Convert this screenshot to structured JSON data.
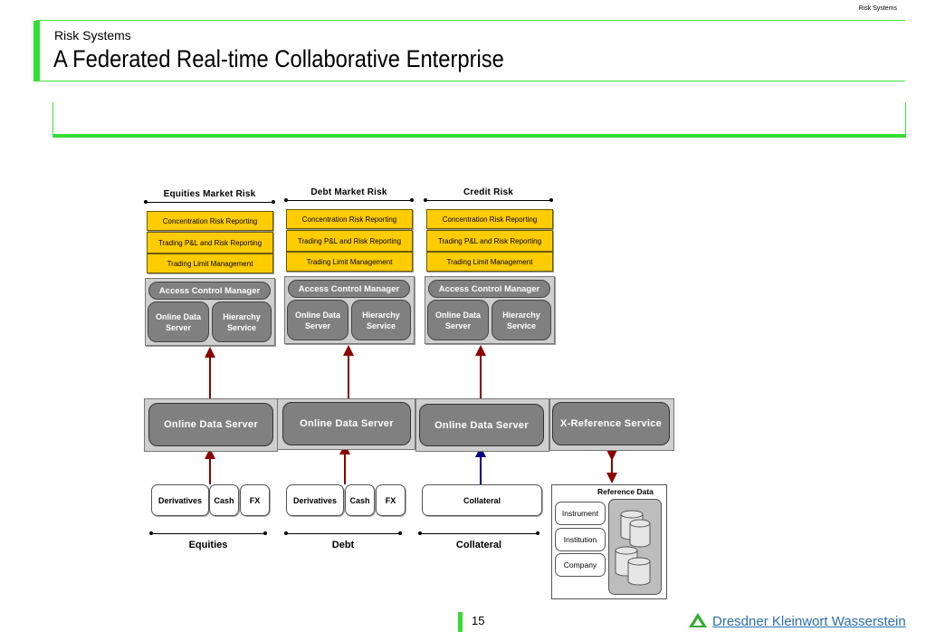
{
  "page": {
    "top_right": "Risk Systems",
    "subtitle": "Risk Systems",
    "title": "A Federated Real-time Collaborative Enterprise",
    "page_number": "15",
    "logo_text": "Dresdner Kleinwort Wasserstein"
  },
  "columns": [
    {
      "title": "Equities  Market  Risk",
      "reports": [
        "Concentration Risk Reporting",
        "Trading P&L and Risk Reporting",
        "Trading  Limit  Management"
      ],
      "access": "Access Control Manager",
      "ods": "Online Data Server",
      "hier": "Hierarchy Service",
      "server": "Online  Data  Server",
      "sources": [
        "Derivatives",
        "Cash",
        "FX"
      ],
      "label": "Equities"
    },
    {
      "title": "Debt  Market  Risk",
      "reports": [
        "Concentration Risk Reporting",
        "Trading P&L and Risk Reporting",
        "Trading  Limit  Management"
      ],
      "access": "Access Control Manager",
      "ods": "Online Data Server",
      "hier": "Hierarchy Service",
      "server": "Online  Data  Server",
      "sources": [
        "Derivatives",
        "Cash",
        "FX"
      ],
      "label": "Debt"
    },
    {
      "title": "Credit  Risk",
      "reports": [
        "Concentration Risk Reporting",
        "Trading P&L and Risk Reporting",
        "Trading  Limit  Management"
      ],
      "access": "Access Control Manager",
      "ods": "Online Data Server",
      "hier": "Hierarchy Service",
      "server": "Online  Data  Server",
      "sources": [
        "Collateral"
      ],
      "label": "Collateral"
    }
  ],
  "xref": {
    "service": "X-Reference  Service",
    "ref_title": "Reference Data",
    "items": [
      "Instrument",
      "Institution",
      "Company"
    ]
  },
  "colors": {
    "accent_green": "#33dd33",
    "report_yellow": "#ffcc00",
    "arrow_red": "#8b0000",
    "arrow_blue": "#000080",
    "logo_blue": "#2a6fb0"
  }
}
